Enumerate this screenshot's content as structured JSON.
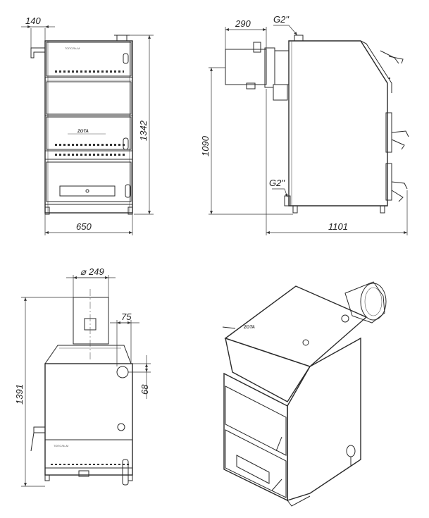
{
  "front_view": {
    "dims": {
      "top_offset": "140",
      "width": "650",
      "height": "1342"
    },
    "model_label": "ZOTA",
    "plate_text": "ТОПОЛЬ-М"
  },
  "side_view": {
    "dims": {
      "burner_length": "290",
      "pipe_top": "G2\"",
      "pipe_bottom": "G2\"",
      "height": "1090",
      "depth": "1101"
    }
  },
  "rear_view": {
    "dims": {
      "flue_diameter": "249",
      "offset": "75",
      "pipe_height": "68",
      "height": "1391"
    },
    "diameter_symbol": "⌀",
    "plate_text": "ТОПОЛЬ-М"
  },
  "iso_view": {
    "model_label": "ZOTA"
  },
  "colors": {
    "line": "#2a2a2a",
    "background": "#ffffff"
  }
}
